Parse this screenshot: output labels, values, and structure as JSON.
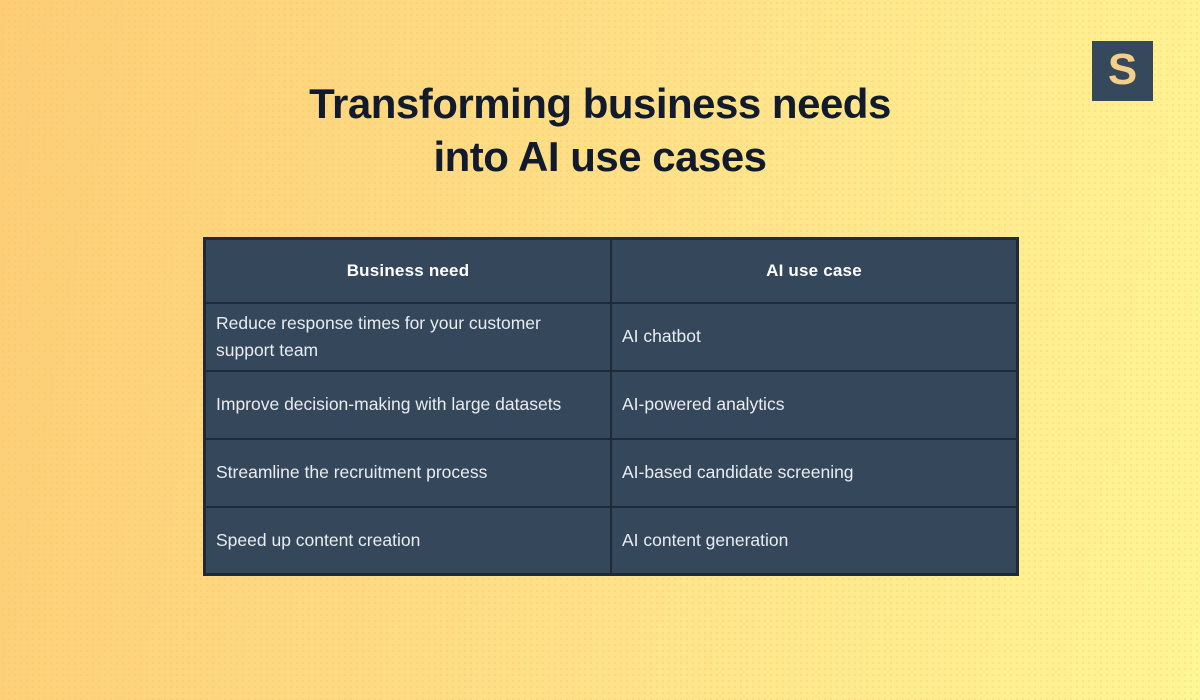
{
  "title": {
    "lines": [
      "Transforming business needs",
      "into AI use cases"
    ]
  },
  "logo": {
    "letter": "S"
  },
  "table": {
    "headers": [
      "Business need",
      "AI use case"
    ],
    "rows": [
      {
        "business_need": "Reduce response times for your customer support team",
        "ai_use_case": "AI chatbot"
      },
      {
        "business_need": "Improve decision-making with large datasets",
        "ai_use_case": "AI-powered analytics"
      },
      {
        "business_need": "Streamline the recruitment process",
        "ai_use_case": "AI-based candidate screening"
      },
      {
        "business_need": "Speed up content creation",
        "ai_use_case": "AI content generation"
      }
    ]
  },
  "colors": {
    "background_gradient_left": "#fccd76",
    "background_gradient_right": "#fff695",
    "table_cell_background": "#35475a",
    "table_border": "#1e2a38",
    "header_text": "#ffffff",
    "cell_text": "#e9ecf1",
    "title_text": "#121b2d",
    "logo_background": "#35485c",
    "logo_letter": "#f4cf85"
  }
}
